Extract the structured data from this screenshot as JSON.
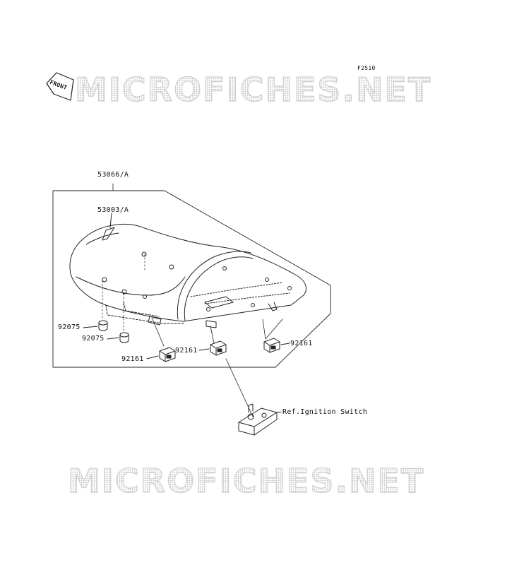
{
  "figure_id": "F2510",
  "front_badge": "FRONT",
  "watermark": {
    "top": "MICROFICHES.NET",
    "bottom": "MICROFICHES.NET"
  },
  "parts": {
    "seat_assembly": "53066/A",
    "seat_pan": "53003/A",
    "damper_upper": "92075",
    "damper_lower": "92075",
    "bracket_left": "92161",
    "bracket_center": "92161",
    "bracket_right": "92161"
  },
  "ref_note": "Ref.Ignition Switch",
  "colors": {
    "line": "#222222",
    "watermark": "#cccccc"
  }
}
